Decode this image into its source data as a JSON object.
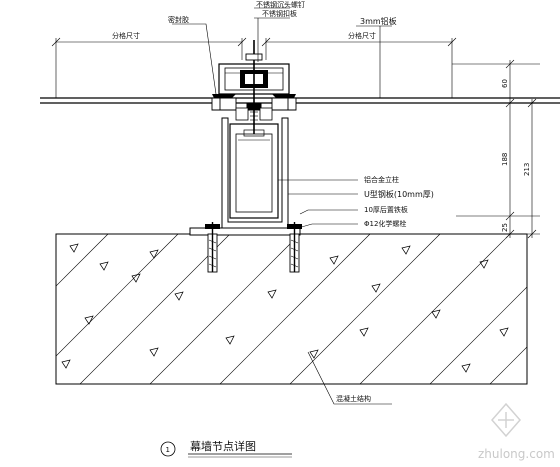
{
  "labels": {
    "sealant": "密封胶",
    "ss_bolt": "不锈钢沉头螺钉",
    "ss_plate": "不锈钢扣板",
    "panel": "3mm铝板",
    "gap_left": "分格尺寸",
    "gap_right": "分格尺寸",
    "mullion": "铝合金立柱",
    "u_bracket": "U型钢板(10mm厚)",
    "embed_plate": "10厚后置铁板",
    "anchor": "Φ12化学螺栓",
    "concrete": "混凝土结构"
  },
  "dimensions": {
    "d_top": "60",
    "d_mid": "188",
    "d_bottom": "25",
    "d_total": "213"
  },
  "title": {
    "number": "1",
    "text": "幕墙节点详图"
  },
  "watermark": "zhulong.com"
}
